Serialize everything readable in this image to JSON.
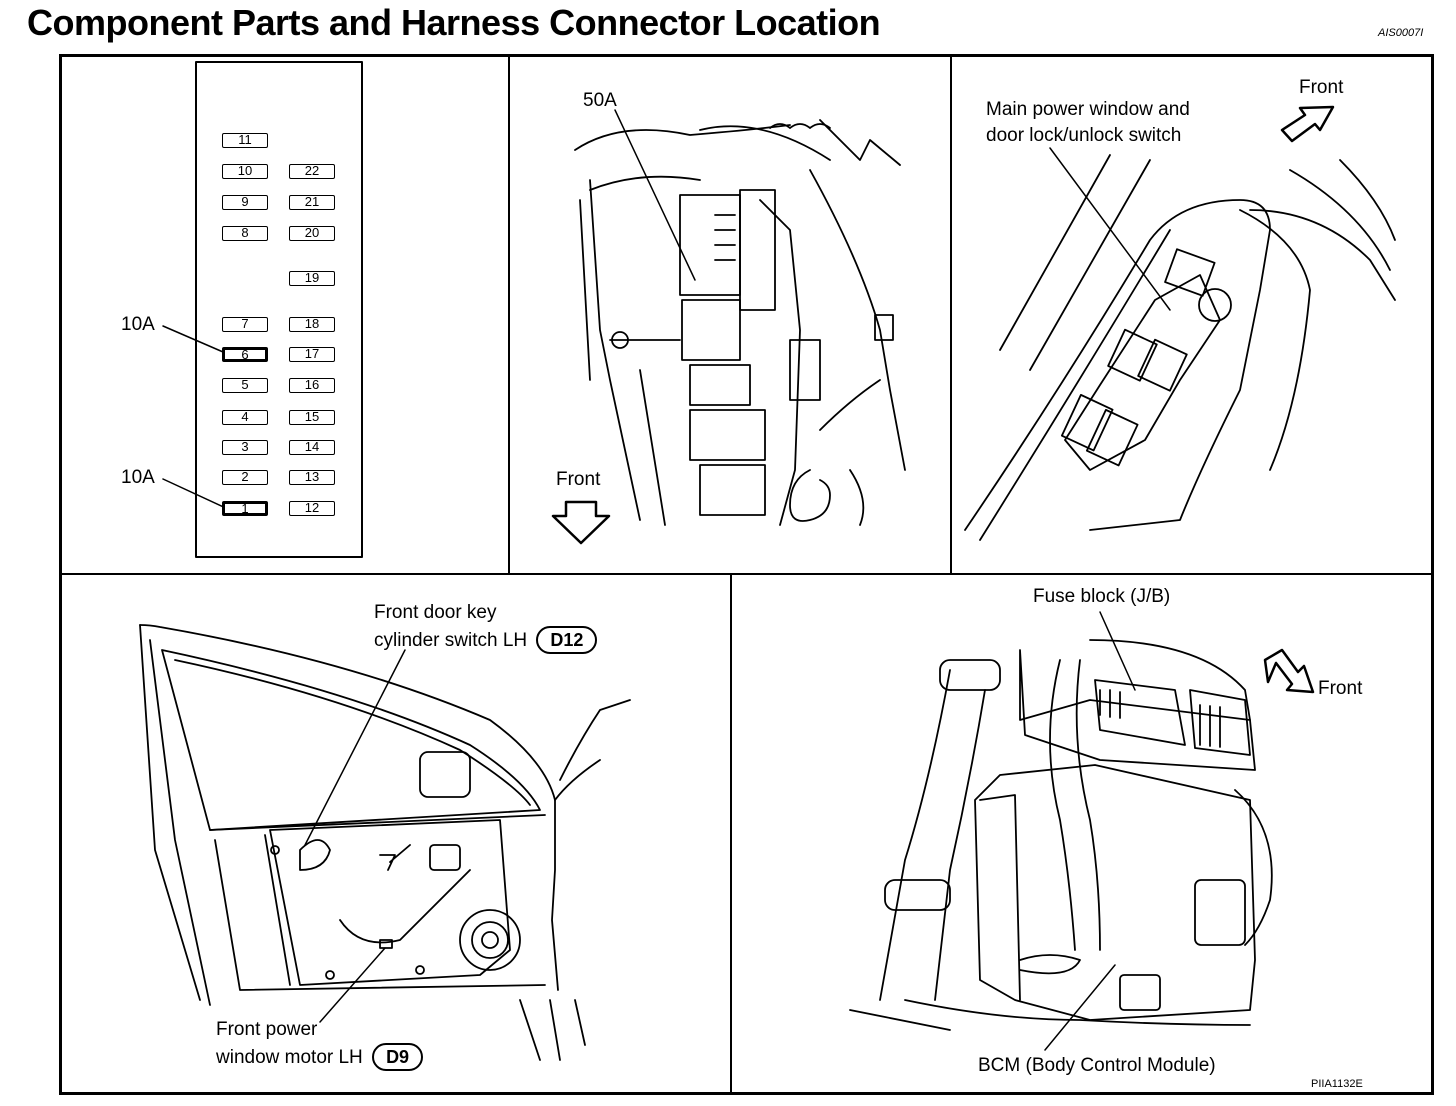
{
  "header": {
    "title": "Component Parts and Harness Connector Location",
    "ref_code": "AIS0007I"
  },
  "fuse_panel": {
    "fuses_left": [
      "11",
      "10",
      "9",
      "8",
      "7",
      "6",
      "5",
      "4",
      "3",
      "2",
      "1"
    ],
    "fuses_right": [
      "22",
      "21",
      "20",
      "19",
      "18",
      "17",
      "16",
      "15",
      "14",
      "13",
      "12"
    ],
    "callout_top": "10A",
    "callout_bottom": "10A"
  },
  "fusible_link_panel": {
    "label": "50A",
    "direction": "Front"
  },
  "switch_panel": {
    "label_line1": "Main power window and",
    "label_line2": "door lock/unlock switch",
    "direction": "Front"
  },
  "door_panel": {
    "key_switch_line1": "Front door key",
    "key_switch_line2": "cylinder switch LH",
    "key_switch_connector": "D12",
    "motor_line1": "Front power",
    "motor_line2": "window motor LH",
    "motor_connector": "D9"
  },
  "bcm_panel": {
    "fuse_block_label": "Fuse block (J/B)",
    "bcm_label": "BCM (Body Control Module)",
    "direction": "Front"
  },
  "footer": {
    "figure_code": "PIIA1132E"
  }
}
